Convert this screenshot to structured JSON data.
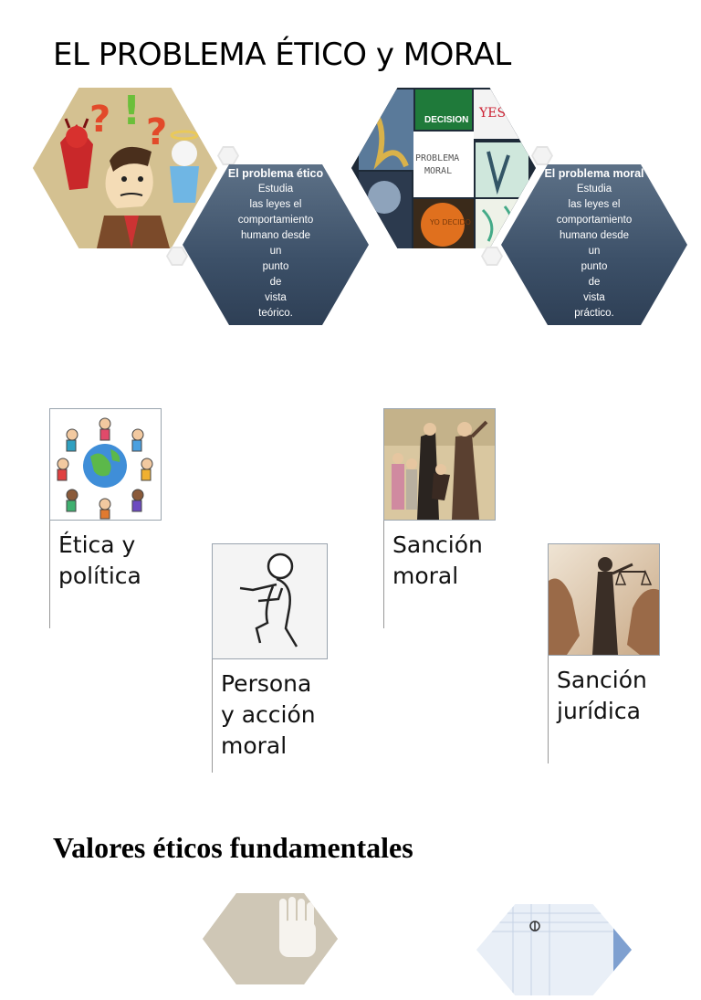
{
  "title": "EL PROBLEMA ÉTICO y MORAL",
  "hex_etico": {
    "heading": "El problema ético",
    "lines": [
      "Estudia",
      "las leyes el",
      "comportamiento",
      "humano desde",
      "un",
      "punto",
      "de",
      "vista",
      "teórico."
    ]
  },
  "hex_moral": {
    "heading": "El problema moral",
    "lines": [
      "Estudia",
      "las leyes el",
      "comportamiento",
      "humano desde",
      "un",
      "punto",
      "de",
      "vista",
      "práctico."
    ],
    "image_words": {
      "decision": "DECISION",
      "yes": "YES",
      "problema": "PROBLEMA",
      "moral": "MORAL",
      "yo_decido": "YO DECIDO"
    }
  },
  "cards": [
    {
      "label_lines": [
        "Ética y",
        "política"
      ]
    },
    {
      "label_lines": [
        "Persona",
        "y acción",
        "moral"
      ]
    },
    {
      "label_lines": [
        "Sanción",
        "moral"
      ]
    },
    {
      "label_lines": [
        "Sanción",
        "jurídica"
      ]
    }
  ],
  "section_title": "Valores éticos fundamentales"
}
